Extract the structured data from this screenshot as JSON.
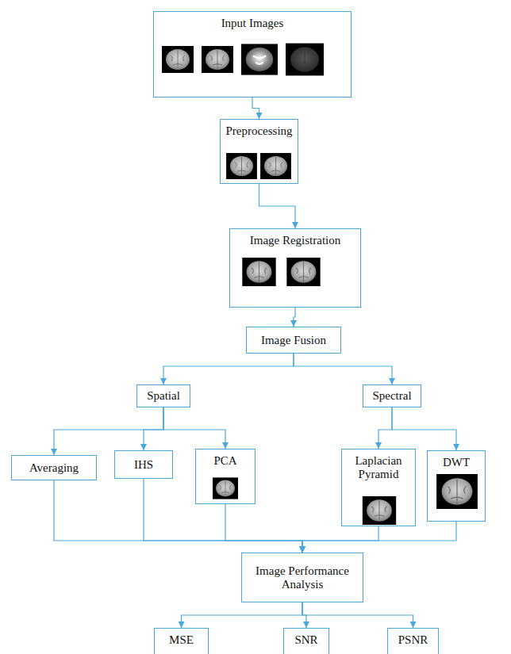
{
  "diagram": {
    "nodes": [
      {
        "text": [
          "Input Images"
        ]
      },
      {
        "text": [
          "Preprocessing"
        ]
      },
      {
        "text": [
          "Image Registration"
        ]
      },
      {
        "text": [
          "Image Fusion"
        ]
      },
      {
        "text": [
          "Spatial"
        ]
      },
      {
        "text": [
          "Spectral"
        ]
      },
      {
        "text": [
          "Averaging"
        ]
      },
      {
        "text": [
          "IHS"
        ]
      },
      {
        "text": [
          "PCA"
        ]
      },
      {
        "text": [
          "Laplacian Pyramid"
        ]
      },
      {
        "text": [
          "DWT"
        ]
      },
      {
        "text": [
          "Image Performance Analysis"
        ]
      },
      {
        "text": [
          "MSE"
        ]
      },
      {
        "text": [
          "SNR"
        ]
      },
      {
        "text": [
          "PSNR"
        ]
      }
    ],
    "edges": [
      {
        "from": 0,
        "to": 1,
        "arrow": "to"
      },
      {
        "from": 1,
        "to": 2,
        "arrow": "to"
      },
      {
        "from": 2,
        "to": 3,
        "arrow": "to"
      },
      {
        "from": 3,
        "to": 4,
        "arrow": "to"
      },
      {
        "from": 3,
        "to": 5,
        "arrow": "to"
      },
      {
        "from": 4,
        "to": 6,
        "arrow": "to"
      },
      {
        "from": 4,
        "to": 7,
        "arrow": "to"
      },
      {
        "from": 4,
        "to": 8,
        "arrow": "to"
      },
      {
        "from": 5,
        "to": 9,
        "arrow": "to"
      },
      {
        "from": 5,
        "to": 10,
        "arrow": "to"
      },
      {
        "from": 6,
        "to": 11,
        "arrow": "to"
      },
      {
        "from": 7,
        "to": 11,
        "arrow": "to"
      },
      {
        "from": 8,
        "to": 11,
        "arrow": "to"
      },
      {
        "from": 9,
        "to": 11,
        "arrow": "to"
      },
      {
        "from": 10,
        "to": 11,
        "arrow": "to"
      },
      {
        "from": 11,
        "to": 12,
        "arrow": "to"
      },
      {
        "from": 11,
        "to": 13,
        "arrow": "to"
      },
      {
        "from": 11,
        "to": 14,
        "arrow": "to"
      }
    ]
  }
}
